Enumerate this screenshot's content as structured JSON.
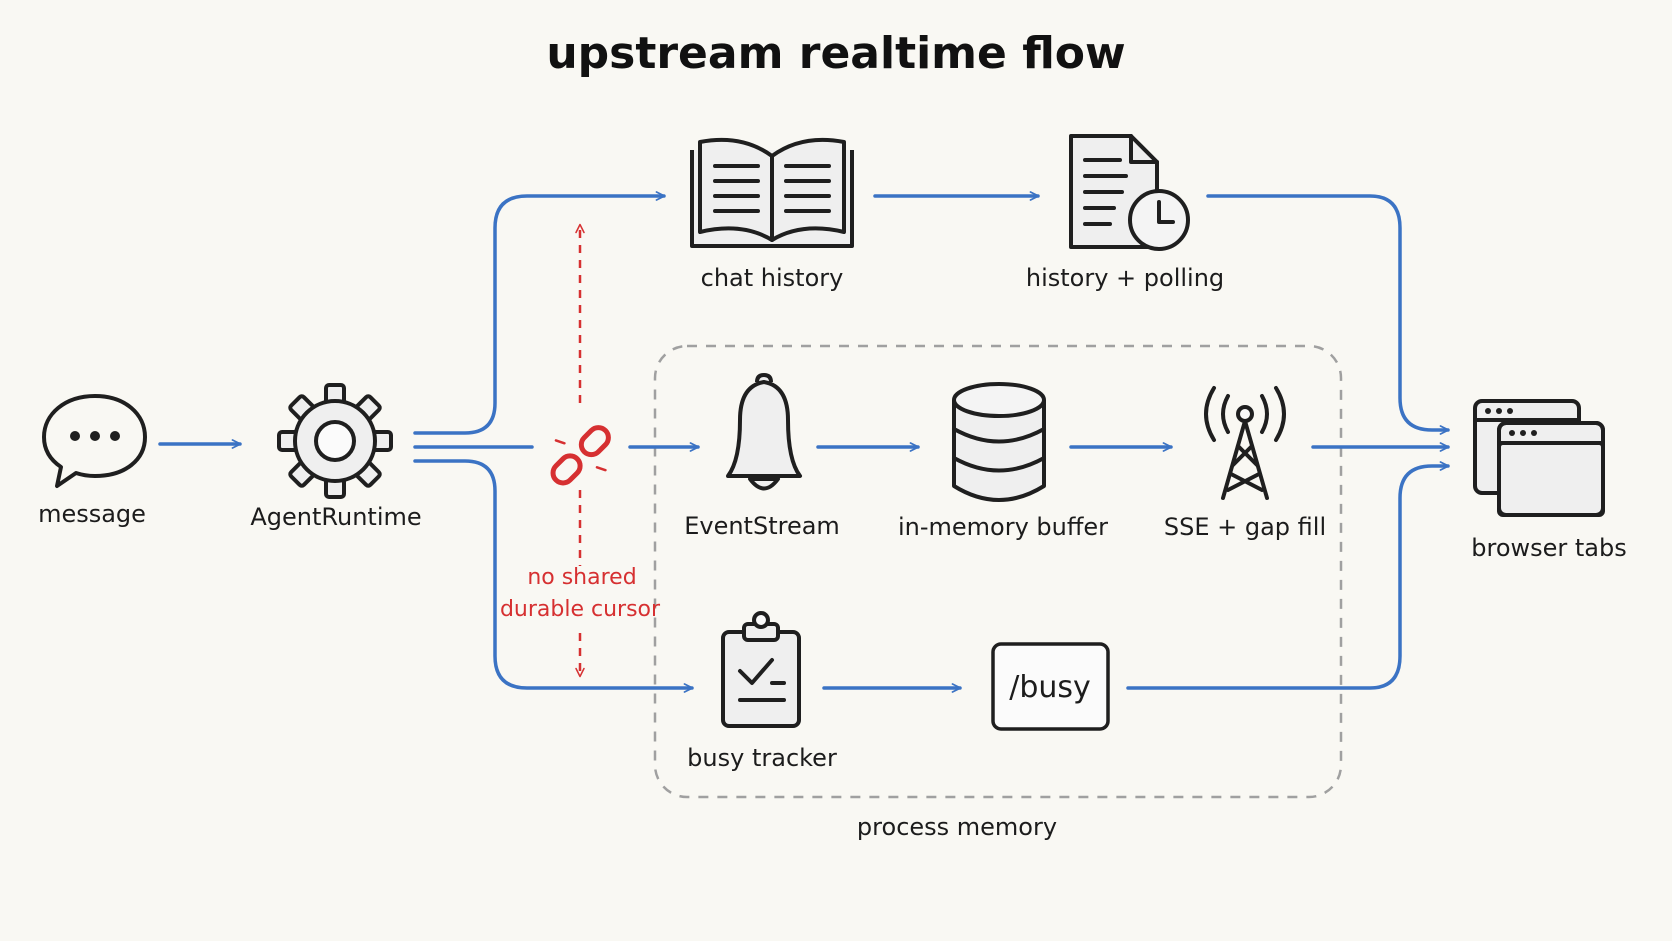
{
  "title": "upstream realtime flow",
  "nodes": {
    "message": "message",
    "agent_runtime": "AgentRuntime",
    "chat_history": "chat history",
    "history_polling": "history + polling",
    "event_stream": "EventStream",
    "in_memory_buffer": "in-memory buffer",
    "sse_gap_fill": "SSE + gap fill",
    "busy_tracker": "busy tracker",
    "busy_endpoint": "/busy",
    "browser_tabs": "browser tabs"
  },
  "annotation": {
    "line1": "no shared",
    "line2": "durable cursor"
  },
  "group_label": "process memory",
  "icons": {
    "message": "speech-bubble-icon",
    "agent_runtime": "gear-icon",
    "chat_history": "open-book-icon",
    "history_polling": "document-clock-icon",
    "event_stream": "bell-icon",
    "in_memory_buffer": "database-icon",
    "sse_gap_fill": "broadcast-tower-icon",
    "busy_tracker": "clipboard-check-icon",
    "browser_tabs": "browser-windows-icon",
    "broken_link": "broken-link-icon"
  },
  "colors": {
    "flow": "#3b73c4",
    "annotation": "#d63031",
    "group_border": "#a0a0a0",
    "background": "#f9f8f3"
  }
}
